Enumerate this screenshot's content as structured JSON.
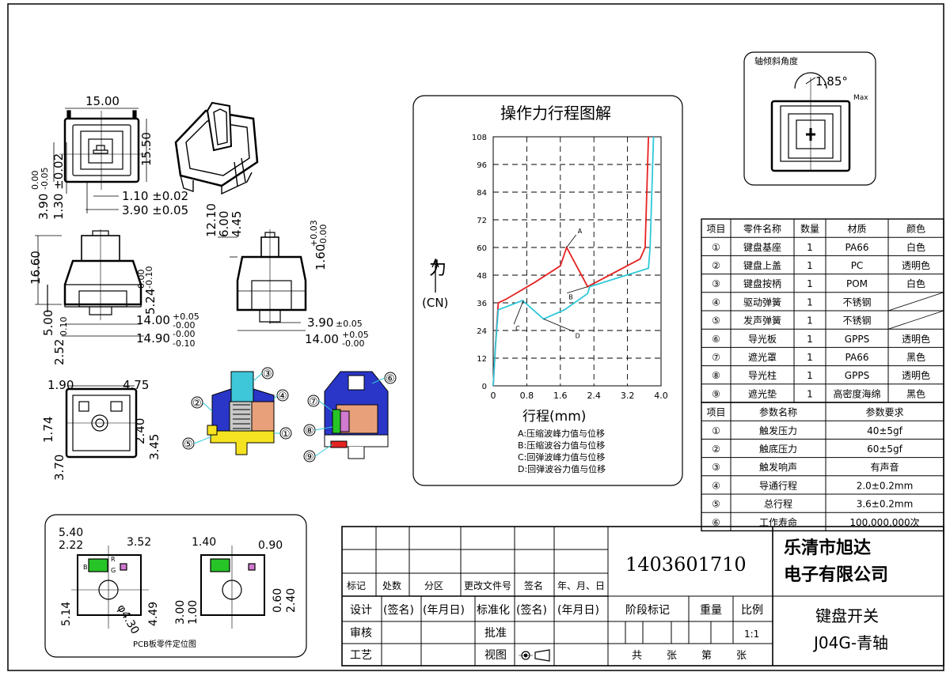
{
  "dims": {
    "front_top": {
      "width": "15.00",
      "height": "15.50",
      "d1_a": "0.00",
      "d1_b": "-0.05",
      "d2": "3.90",
      "d3": "1.30 ±0.02",
      "d4": "1.10 ±0.02",
      "d5": "3.90 ±0.05"
    },
    "side1": {
      "h": "16.60",
      "t1": "0.00",
      "t2": "-0.10",
      "h2": "5.24",
      "b1": "5.00",
      "b2": "0.10",
      "w1": "14.00",
      "w1_tol_a": "+0.05",
      "w1_tol_b": "-0.00",
      "w2": "14.90",
      "w2_tol_a": "-0.00",
      "w2_tol_b": "-0.10",
      "d_bottom": "2.52"
    },
    "side2": {
      "h1": "12.10",
      "h2": "6.00",
      "h3": "4.45",
      "h4": "1.60",
      "h4_tol_a": "+0.03",
      "h4_tol_b": "-0.00",
      "w1": "3.90",
      "w1_tol": "±0.05",
      "w2": "14.00",
      "w2_tol_a": "+0.05",
      "w2_tol_b": "-0.00"
    },
    "bottom": {
      "a": "1.90",
      "b": "4.75",
      "c": "1.74",
      "d": "2.40",
      "e": "3.45",
      "f": "3.70"
    },
    "tilt": {
      "title": "轴倾斜角度",
      "angle": "1.85°",
      "max": "Max"
    }
  },
  "exploded_labels": [
    "①",
    "②",
    "③",
    "④",
    "⑤",
    "⑥",
    "⑦",
    "⑧",
    "⑨"
  ],
  "chart_data": {
    "type": "line",
    "title": "操作力行程图解",
    "ylabel": "力",
    "yunit": "(CN)",
    "xlabel": "行程(mm)",
    "xlim": [
      0,
      4.0
    ],
    "ylim": [
      0,
      108
    ],
    "xticks": [
      "0",
      "0.8",
      "1.6",
      "2.4",
      "3.2",
      "4.0"
    ],
    "yticks": [
      "0",
      "12",
      "24",
      "36",
      "48",
      "60",
      "72",
      "84",
      "96",
      "108"
    ],
    "grid": true,
    "series": [
      {
        "color": "#e52222",
        "x": [
          0,
          0.05,
          0.12,
          0.3,
          1.0,
          1.6,
          1.75,
          2.25,
          3.5,
          3.62,
          3.7
        ],
        "y": [
          0,
          16,
          36,
          37.5,
          45,
          52,
          60,
          43,
          55,
          60,
          108
        ]
      },
      {
        "color": "#2ec9d8",
        "x": [
          0,
          0.05,
          0.12,
          0.7,
          1.2,
          1.7,
          2.25,
          2.3,
          3.7,
          3.74,
          3.82
        ],
        "y": [
          0,
          16,
          33,
          37,
          29,
          33,
          40,
          43,
          51,
          60,
          108
        ]
      }
    ],
    "annotations": [
      {
        "label": "A",
        "x": 1.75,
        "y": 60
      },
      {
        "label": "B",
        "x": 2.25,
        "y": 43
      },
      {
        "label": "C",
        "x": 0.72,
        "y": 37
      },
      {
        "label": "D",
        "x": 1.2,
        "y": 29
      }
    ],
    "legend_notes": [
      "A:压缩波峰力值与位移",
      "B:压缩波谷力值与位移",
      "C:回弹波峰力值与位移",
      "D:回弹波谷力值与位移"
    ]
  },
  "parts_table": {
    "headers": [
      "项目",
      "零件名称",
      "数量",
      "材质",
      "颜色"
    ],
    "rows": [
      [
        "①",
        "键盘基座",
        "1",
        "PA66",
        "白色"
      ],
      [
        "②",
        "键盘上盖",
        "1",
        "PC",
        "透明色"
      ],
      [
        "③",
        "键盘按柄",
        "1",
        "POM",
        "白色"
      ],
      [
        "④",
        "驱动弹簧",
        "1",
        "不锈钢",
        ""
      ],
      [
        "⑤",
        "发声弹簧",
        "1",
        "不锈钢",
        ""
      ],
      [
        "⑥",
        "导光板",
        "1",
        "GPPS",
        "透明色"
      ],
      [
        "⑦",
        "遮光罩",
        "1",
        "PA66",
        "黑色"
      ],
      [
        "⑧",
        "导光柱",
        "1",
        "GPPS",
        "透明色"
      ],
      [
        "⑨",
        "遮光垫",
        "1",
        "高密度海绵",
        "黑色"
      ]
    ]
  },
  "param_table": {
    "headers": [
      "项目",
      "参数名称",
      "参数要求"
    ],
    "rows": [
      [
        "①",
        "触发压力",
        "40±5gf"
      ],
      [
        "②",
        "触底压力",
        "60±5gf"
      ],
      [
        "③",
        "触发响声",
        "有声音"
      ],
      [
        "④",
        "导通行程",
        "2.0±0.2mm"
      ],
      [
        "⑤",
        "总行程",
        "3.6±0.2mm"
      ],
      [
        "⑥",
        "工作寿命",
        "100,000,000次"
      ]
    ]
  },
  "pcb": {
    "title": "PCB板零件定位图",
    "left": {
      "d1": "5.40",
      "d2": "2.22",
      "d3": "3.52",
      "d4": "5.14",
      "d5": "φ4.30",
      "d6": "4.49"
    },
    "right": {
      "d1": "1.40",
      "d2": "0.90",
      "d3": "3.00",
      "d4": "1.00",
      "d5": "0.60",
      "d6": "2.40"
    },
    "pins": {
      "r": "R",
      "g": "G",
      "b": "B"
    }
  },
  "title_block": {
    "part_number": "1403601710",
    "company_line1": "乐清市旭达",
    "company_line2": "电子有限公司",
    "product_line1": "键盘开关",
    "product_line2": "J04G-青轴",
    "rev_headers": [
      "标记",
      "处数",
      "分区",
      "更改文件号",
      "签名",
      "年、月、日"
    ],
    "row_design": [
      "设计",
      "(签名)",
      "(年月日)",
      "标准化",
      "(签名)",
      "(年月日)"
    ],
    "row_review": [
      "审核",
      "批准"
    ],
    "row_process": [
      "工艺",
      "视图"
    ],
    "stage_label": "阶段标记",
    "weight_label": "重量",
    "scale_label": "比例",
    "scale_value": "1:1",
    "sheets": [
      "共",
      "张",
      "第",
      "张"
    ]
  }
}
